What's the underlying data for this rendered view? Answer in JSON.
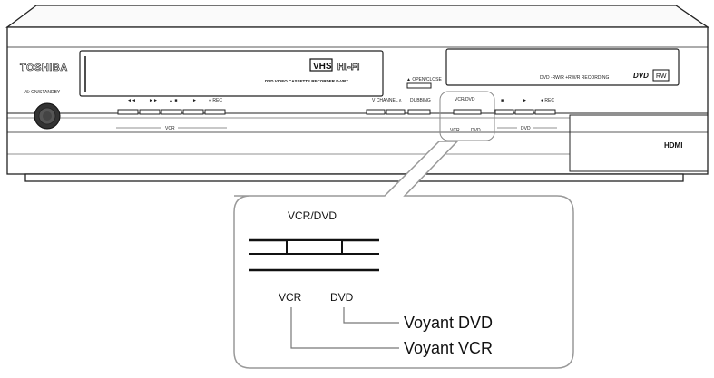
{
  "device": {
    "brand": "TOSHIBA",
    "power_label": "I/⏻ ON/STANDBY",
    "vcr_format_logo": "VHS",
    "hifi_label": "HI-FI",
    "model_text": "DVD VIDEO CASSETTE RECORDER D-VR7",
    "open_close_label": "▲ OPEN/CLOSE",
    "dvd_format_text": "DVD -RW/R +RW/R RECORDING",
    "dvd_logo": "DVD",
    "rw_logo": "RW",
    "vcr_buttons": [
      "◄◄",
      "►►",
      "▲ ■",
      "►",
      "● REC"
    ],
    "channel_label": "V CHANNEL ʌ",
    "dubbing_label": "DUBBING",
    "vcrdvd_label": "VCR/DVD",
    "vcr_led_label": "VCR",
    "dvd_led_label": "DVD",
    "dvd_buttons": [
      "■",
      "►",
      "● REC"
    ],
    "vcr_section_label": "VCR",
    "dvd_section_label": "DVD",
    "hdmi_logo": "HDMI"
  },
  "zoom": {
    "vcrdvd_label": "VCR/DVD",
    "vcr_label": "VCR",
    "dvd_label": "DVD",
    "callout_dvd": "Voyant DVD",
    "callout_vcr": "Voyant VCR"
  }
}
